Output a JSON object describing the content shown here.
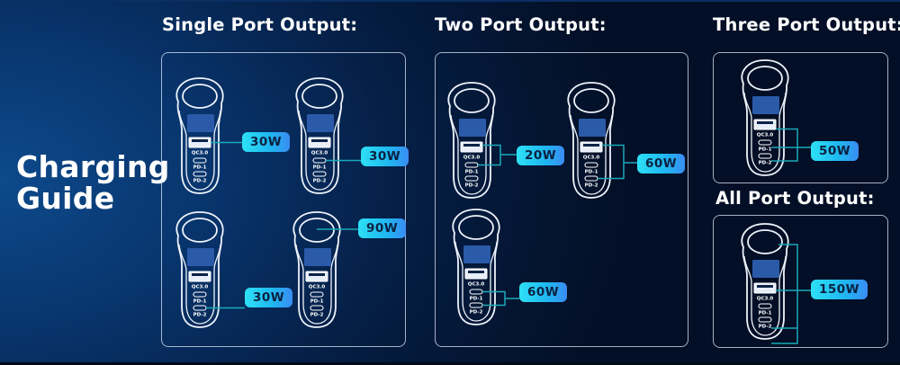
{
  "title": "Charging Guide",
  "title_lines": [
    "Charging",
    "Guide"
  ],
  "port_labels": {
    "usb": "QC3.0",
    "pd1": "PD-1",
    "pd2": "PD-2"
  },
  "colors": {
    "accent": "#22d4f2",
    "connector": "#1aa9b8",
    "display": "#2a5aa8"
  },
  "sections": {
    "single": {
      "title": "Single Port Output:",
      "items": [
        {
          "ports": [
            "QC3.0"
          ],
          "watts": "30W"
        },
        {
          "ports": [
            "PD-1"
          ],
          "watts": "30W"
        },
        {
          "ports": [
            "PD-2"
          ],
          "watts": "30W"
        },
        {
          "ports": [
            "Socket"
          ],
          "watts": "90W"
        }
      ]
    },
    "two": {
      "title": "Two Port Output:",
      "items": [
        {
          "ports": [
            "QC3.0",
            "PD-1"
          ],
          "watts": "20W"
        },
        {
          "ports": [
            "QC3.0",
            "PD-2"
          ],
          "watts": "60W"
        },
        {
          "ports": [
            "PD-1",
            "PD-2"
          ],
          "watts": "60W"
        }
      ]
    },
    "three": {
      "title": "Three Port Output:",
      "items": [
        {
          "ports": [
            "QC3.0",
            "PD-1",
            "PD-2"
          ],
          "watts": "50W"
        }
      ]
    },
    "all": {
      "title": "All Port Output:",
      "items": [
        {
          "ports": [
            "Socket",
            "QC3.0",
            "PD-1",
            "PD-2"
          ],
          "watts": "150W"
        }
      ]
    }
  }
}
